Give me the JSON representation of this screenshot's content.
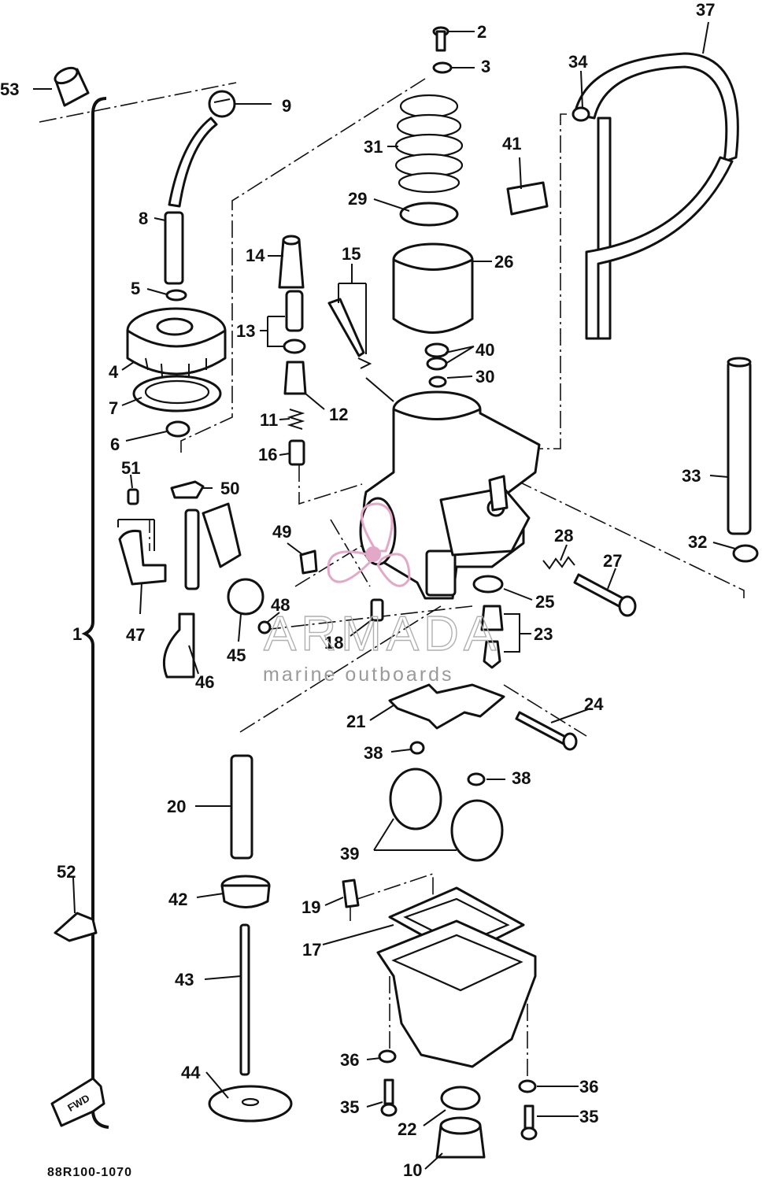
{
  "diagram": {
    "drawing_code": "88R100-1070",
    "callouts": [
      "1",
      "2",
      "3",
      "4",
      "5",
      "6",
      "7",
      "8",
      "9",
      "10",
      "11",
      "12",
      "13",
      "14",
      "15",
      "16",
      "17",
      "18",
      "19",
      "20",
      "21",
      "22",
      "23",
      "24",
      "25",
      "26",
      "27",
      "28",
      "29",
      "30",
      "31",
      "32",
      "33",
      "34",
      "35",
      "35",
      "36",
      "36",
      "37",
      "38",
      "38",
      "39",
      "40",
      "41",
      "42",
      "43",
      "44",
      "45",
      "46",
      "47",
      "48",
      "49",
      "50",
      "51",
      "52",
      "53"
    ],
    "watermark": {
      "brand": "ARMADA",
      "tagline": "marine outboards",
      "logo_color": "#e3a7c8"
    },
    "icons": {
      "front_arrow": "front-arrow-icon"
    }
  }
}
